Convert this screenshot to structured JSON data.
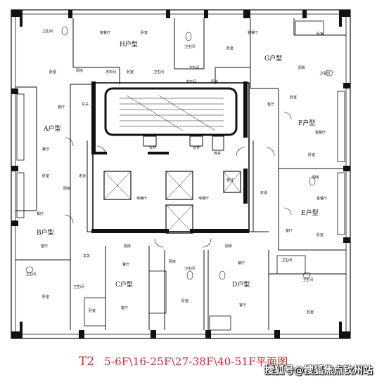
{
  "caption": {
    "tower": "T2",
    "floors": "5-6F\\16-25F\\27-38F\\40-51F平面图"
  },
  "watermark": "搜狐号@搜狐焦点钦州站",
  "units": {
    "A": "A户型",
    "B": "B户型",
    "C": "C户型",
    "D": "D户型",
    "E": "E户型",
    "F": "F户型",
    "G": "G户型",
    "H": "H户型"
  },
  "rooms": {
    "bedroom": "卧室",
    "bathroom": "卫生间",
    "kitchen": "厨房",
    "living": "客厅",
    "dining_living": "客餐厅",
    "dining": "餐厅",
    "balcony": "阳台",
    "foyer": "玄关",
    "corridor": "走道",
    "elevator_hall": "电梯厅",
    "laundry": "洗衣间",
    "pipe_well": "管井"
  }
}
